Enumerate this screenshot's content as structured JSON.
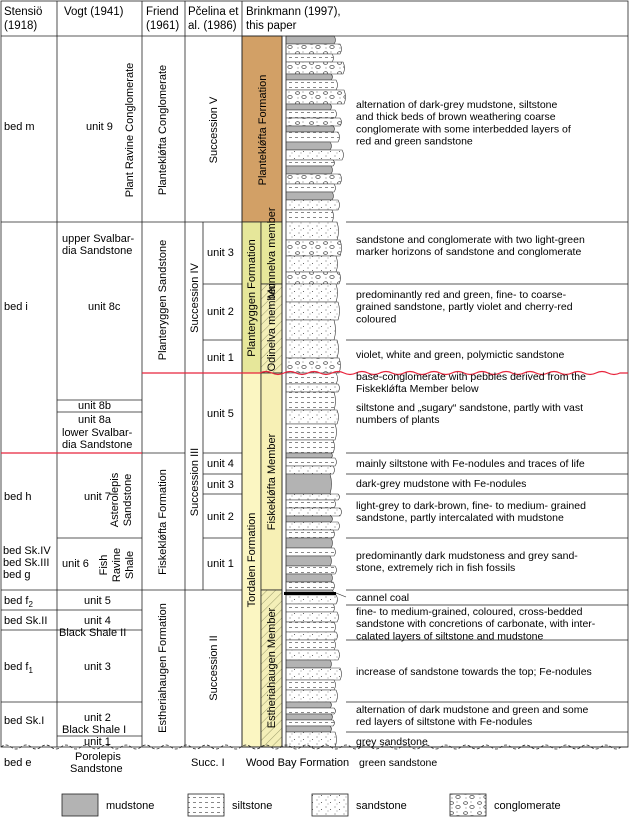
{
  "headers": {
    "stensio": [
      "Stensiö",
      "(1918)"
    ],
    "vogt": [
      "Vogt (1941)"
    ],
    "friend": [
      "Friend",
      "(1961)"
    ],
    "pcelina": [
      "Pčelina et",
      "al. (1986)"
    ],
    "brinkmann": [
      "Brinkmann (1997),",
      "this paper"
    ]
  },
  "stensio_beds": {
    "bed_m": "bed m",
    "bed_i": "bed i",
    "bed_h": "bed h",
    "bed_sk4": "bed Sk.IV",
    "bed_sk3": "bed Sk.III",
    "bed_g": "bed g",
    "bed_f2": "bed f",
    "bed_f2_sub": "2",
    "bed_sk2": "bed Sk.II",
    "bed_f1": "bed f",
    "bed_f1_sub": "1",
    "bed_sk1": "bed Sk.I",
    "bed_e": "bed e"
  },
  "vogt_units": {
    "unit9": "unit 9",
    "plant_ravine": "Plant Ravine Conglomerate",
    "upper_svalbardia": [
      "upper Svalbar-",
      "dia Sandstone"
    ],
    "unit8c": "unit 8c",
    "unit8b": "unit 8b",
    "unit8a": "unit 8a",
    "lower_svalbardia": [
      "lower Svalbar-",
      "dia Sandstone"
    ],
    "unit7": "unit 7",
    "asterolepis": [
      "Asterolepis",
      "Sandstone"
    ],
    "unit6": "unit 6",
    "fish_ravine": [
      "Fish",
      "Ravine",
      "Shale"
    ],
    "unit5": "unit 5",
    "unit4": "unit 4",
    "black_shale_2": "Black Shale II",
    "unit3": "unit 3",
    "unit2": "unit 2",
    "black_shale_1": "Black Shale I",
    "unit1": "unit 1",
    "porolepis": [
      "Porolepis",
      "Sandstone"
    ]
  },
  "friend_units": {
    "plantekloefta_cong": "Planteklǿfta Conglomerate",
    "planteryggen_sst": "Planteryggen Sandstone",
    "fiskekloefta_fm": "Fiskeklǿfta Formation",
    "estheriahaugen_fm": "Estheriahaugen Formation"
  },
  "pcelina_units": {
    "succession5": "Succession V",
    "succession4": "Succession IV",
    "succession3": "Succession III",
    "succession2": "Succession II",
    "succ1": "Succ. I",
    "sub_unit3": "unit 3",
    "sub_unit2": "unit 2",
    "sub_unit1": "unit 1",
    "s3_unit5": "unit 5",
    "s3_unit4": "unit 4",
    "s3_unit3": "unit 3",
    "s3_unit2": "unit 2",
    "s3_unit1": "unit 1"
  },
  "brinkmann_units": {
    "plantekloefta_fm": "Planteklǿfta Formation",
    "planteryggen_fm": "Planteryggen Formation",
    "tordalen_fm": "Tordalen Formation",
    "munnelva": "Munnelva member",
    "odinelva": "Odinelva member",
    "fiskekloefta_member": "Fiskeklǿfta Member",
    "estheriahaugen_member": "Estheriahaugen Member",
    "wood_bay": "Wood Bay Formation"
  },
  "descriptions": {
    "d_m": [
      "alternation of dark-grey mudstone, siltstone",
      "and thick beds of brown weathering coarse",
      "conglomerate with some interbedded layers of",
      "red and green sandstone"
    ],
    "d_i3": [
      "sandstone and conglomerate with two light-green",
      "marker horizons of sandstone and conglomerate"
    ],
    "d_i2": [
      "predominantly red and green, fine- to coarse-",
      "grained sandstone, partly violet and cherry-red",
      "coloured"
    ],
    "d_i1": [
      "violet, white and green, polymictic sandstone"
    ],
    "d_base": [
      "base-conglomerate with pebbles derived from the",
      "Fiskeklǿfta Member below"
    ],
    "d_s5": [
      "siltstone and „sugary“ sandstone, partly with vast",
      "numbers of plants"
    ],
    "d_s4": [
      "mainly siltstone with Fe-nodules and traces of life"
    ],
    "d_s3": [
      "dark-grey mudstone with Fe-nodules"
    ],
    "d_s2": [
      "light-grey to dark-brown, fine- to medium- grained",
      "sandstone, partly intercalated with mudstone"
    ],
    "d_s1": [
      "predominantly dark mudstoness and grey sand-",
      "stone, extremely rich in fish fossils"
    ],
    "d_coal": [
      "cannel coal"
    ],
    "d_u4": [
      "fine- to medium-grained, coloured, cross-bedded",
      "sandstone with concretions of carbonate, with inter-",
      "calated layers of siltstone and mudstone"
    ],
    "d_u3": [
      "increase of sandstone towards the top; Fe-nodules"
    ],
    "d_u2": [
      "alternation of dark mudstone and green and some",
      "red layers of siltstone with Fe-nodules"
    ],
    "d_u1": [
      "grey sandstone"
    ],
    "d_e": [
      "green sandstone"
    ]
  },
  "legend": {
    "mudstone": "mudstone",
    "siltstone": "siltstone",
    "sandstone": "sandstone",
    "conglomerate": "conglomerate"
  },
  "colors": {
    "plantekloefta_fill": "#d2a066",
    "planteryggen_fill": "#e6e79a",
    "tordalen_fill": "#fbf6c2",
    "member_fill": "#f2edb2",
    "mudstone": "#b3b3b3",
    "boundary_line": "#e8243c"
  }
}
